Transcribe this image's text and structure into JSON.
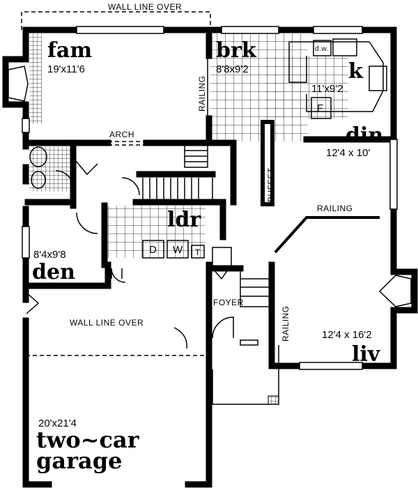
{
  "annotations": {
    "wall_line_over_top": "WALL LINE OVER",
    "wall_line_over_garage": "WALL LINE OVER",
    "arch": "ARCH",
    "railing_brk": "RAILING",
    "railing_din": "RAILING",
    "railing_liv": "RAILING",
    "buffet": "BUFFET",
    "foyer": "FOYER",
    "dishwasher": "d.w.",
    "fridge": "F",
    "dryer": "D",
    "washer": "W",
    "tub": "T"
  },
  "rooms": {
    "fam": {
      "name": "fam",
      "size": "19'x11'6"
    },
    "brk": {
      "name": "brk",
      "size": "8'8x9'2"
    },
    "k": {
      "name": "k",
      "size": "11'x9'2"
    },
    "din": {
      "name": "din",
      "size": "12'4 x 10'"
    },
    "ldr": {
      "name": "ldr"
    },
    "den": {
      "name": "den",
      "size": "8'4x9'8"
    },
    "liv": {
      "name": "liv",
      "size": "12'4 x 16'2"
    },
    "garage": {
      "name_line1": "two~car",
      "name_line2": "garage",
      "size": "20'x21'4"
    }
  }
}
